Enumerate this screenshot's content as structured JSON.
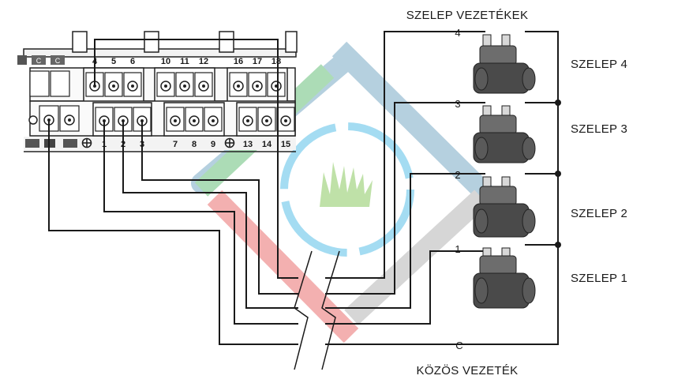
{
  "labels": {
    "valve_wires": "SZELEP VEZETÉKEK",
    "common_wire": "KÖZÖS VEZETÉK"
  },
  "valves": [
    {
      "label": "SZELEP 4",
      "wire": "4"
    },
    {
      "label": "SZELEP 3",
      "wire": "3"
    },
    {
      "label": "SZELEP 2",
      "wire": "2"
    },
    {
      "label": "SZELEP 1",
      "wire": "1"
    }
  ],
  "common_wire_mark": "C",
  "terminals": {
    "top_row": [
      "4",
      "5",
      "6",
      "10",
      "11",
      "12",
      "16",
      "17",
      "18"
    ],
    "bottom_row": [
      "1",
      "2",
      "3",
      "7",
      "8",
      "9",
      "13",
      "14",
      "15"
    ],
    "left_badges": [
      "C",
      "C"
    ]
  },
  "colors": {
    "wire": "#1a1a1a",
    "logo_red": "#ef8d8d",
    "logo_green": "#8ccf9c",
    "logo_blue": "#9ec1d8",
    "logo_gray": "#c8c8c8",
    "logo_ring": "#8fd3ef",
    "logo_grass": "#a8d58c",
    "valve_body": "#4a4a4a"
  },
  "icons": [
    "terminal-strip",
    "ground-symbol-icon",
    "solenoid-valve-icon",
    "grass-logo-icon"
  ]
}
